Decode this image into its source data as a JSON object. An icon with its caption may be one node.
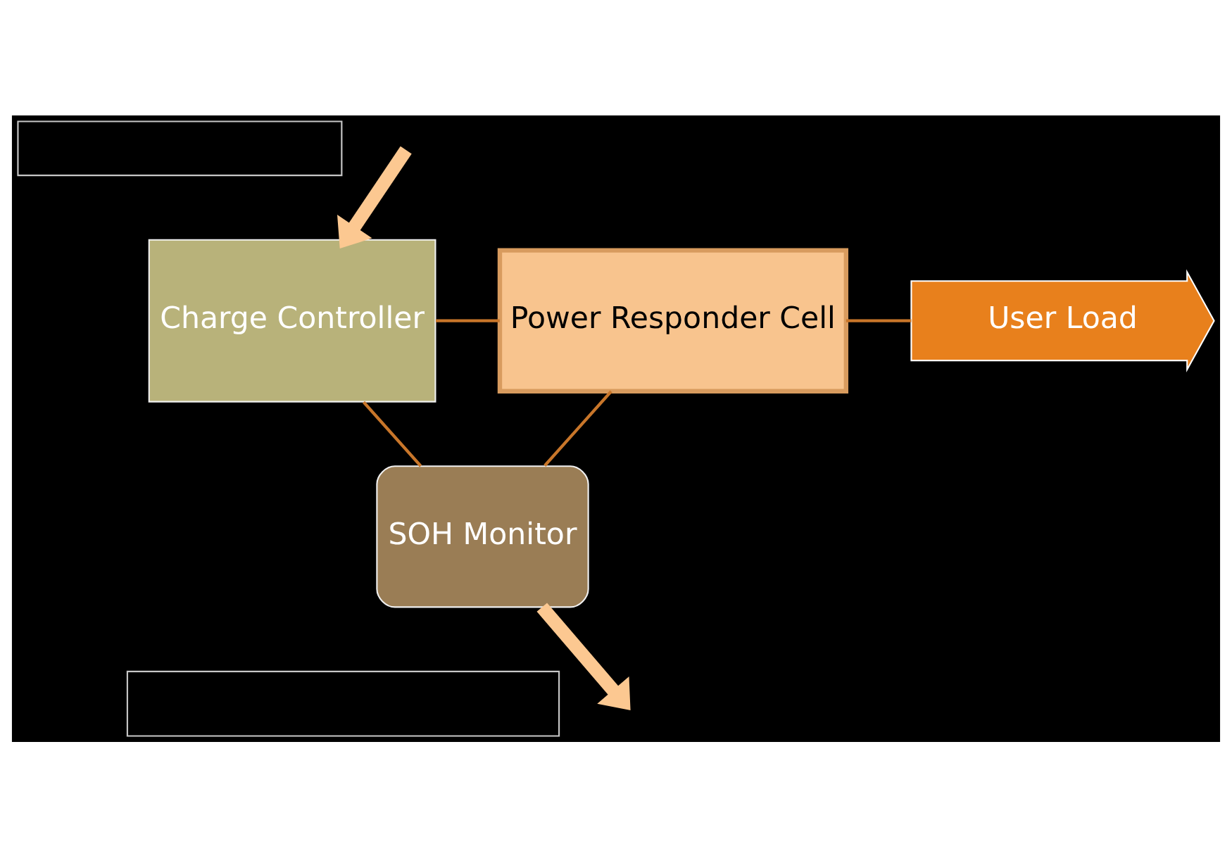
{
  "diagram": {
    "nodes": [
      {
        "text": [],
        "shape": "box"
      },
      {
        "text": [
          "Charge Controller"
        ]
      },
      {
        "text": [
          "Power Responder Cell"
        ]
      },
      {
        "text": [
          "User Load"
        ]
      },
      {
        "text": [
          "SOH Monitor"
        ]
      },
      {
        "text": [],
        "shape": "box"
      }
    ],
    "edges": [
      {
        "from": null,
        "to": 1,
        "arrow": "to",
        "style": "thick",
        "color": "#fcc891"
      },
      {
        "from": 1,
        "to": 2,
        "arrow": "none"
      },
      {
        "from": 2,
        "to": 3,
        "arrow": "none"
      },
      {
        "from": 2,
        "to": 4,
        "arrow": "none"
      },
      {
        "from": 1,
        "to": 4,
        "arrow": "none"
      },
      {
        "from": 4,
        "to": null,
        "arrow": "to",
        "style": "thick",
        "color": "#fcc891"
      }
    ]
  }
}
